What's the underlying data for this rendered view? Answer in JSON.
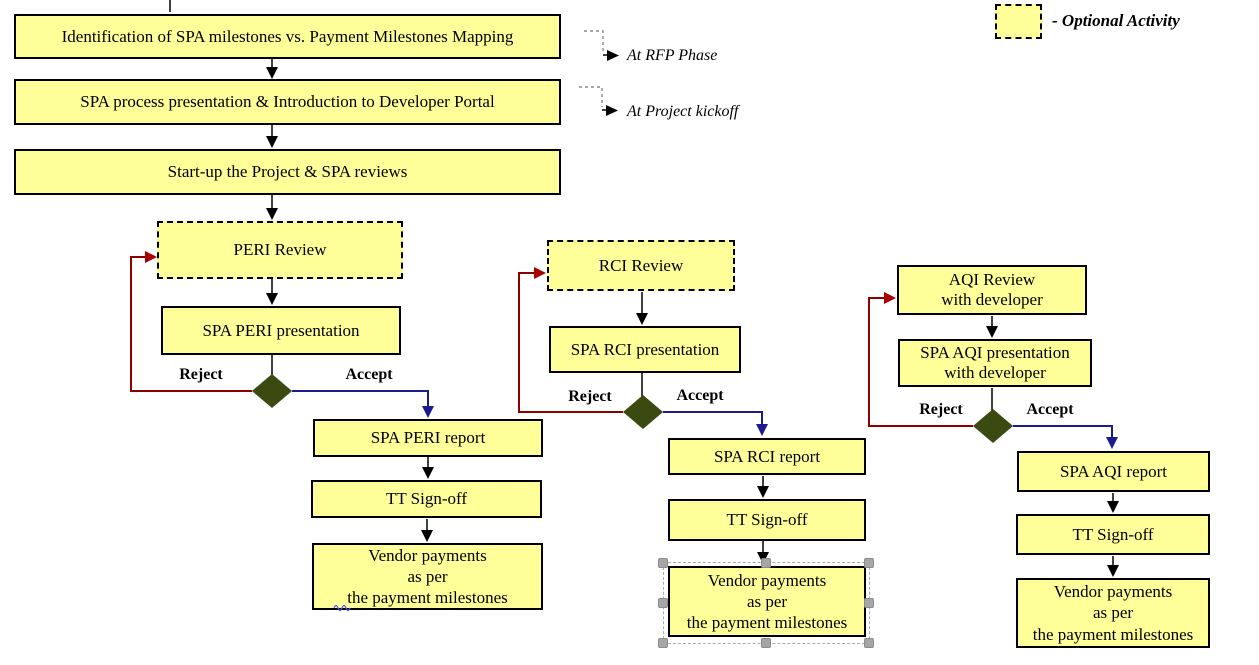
{
  "legend": {
    "label": "- Optional Activity"
  },
  "annotations": {
    "rfp": "At RFP Phase",
    "kickoff": "At Project kickoff"
  },
  "top_flow": [
    {
      "label": "Identification of SPA milestones vs. Payment Milestones Mapping"
    },
    {
      "label": "SPA process presentation & Introduction to Developer Portal"
    },
    {
      "label": "Start-up the Project & SPA reviews"
    }
  ],
  "decision_labels": {
    "reject": "Reject",
    "accept": "Accept"
  },
  "columns": {
    "peri": {
      "review": "PERI Review",
      "presentation": "SPA PERI presentation",
      "report": "SPA PERI report",
      "signoff": "TT Sign-off",
      "vendor": "Vendor payments\nas per\nthe payment milestones"
    },
    "rci": {
      "review": "RCI Review",
      "presentation": "SPA RCI presentation",
      "report": "SPA RCI report",
      "signoff": "TT Sign-off",
      "vendor": "Vendor payments\nas per\nthe payment milestones"
    },
    "aqi": {
      "review": "AQI Review\nwith developer",
      "presentation": "SPA AQI presentation\nwith developer",
      "report": "SPA AQI report",
      "signoff": "TT Sign-off",
      "vendor": "Vendor payments\nas per\nthe payment milestones"
    }
  },
  "colors": {
    "box_fill": "#FFFF99",
    "diamond": "#3B4A10",
    "reject_line": "#8B0000",
    "accept_line": "#1B1B8E",
    "selection_handle": "#A6A6A6"
  }
}
